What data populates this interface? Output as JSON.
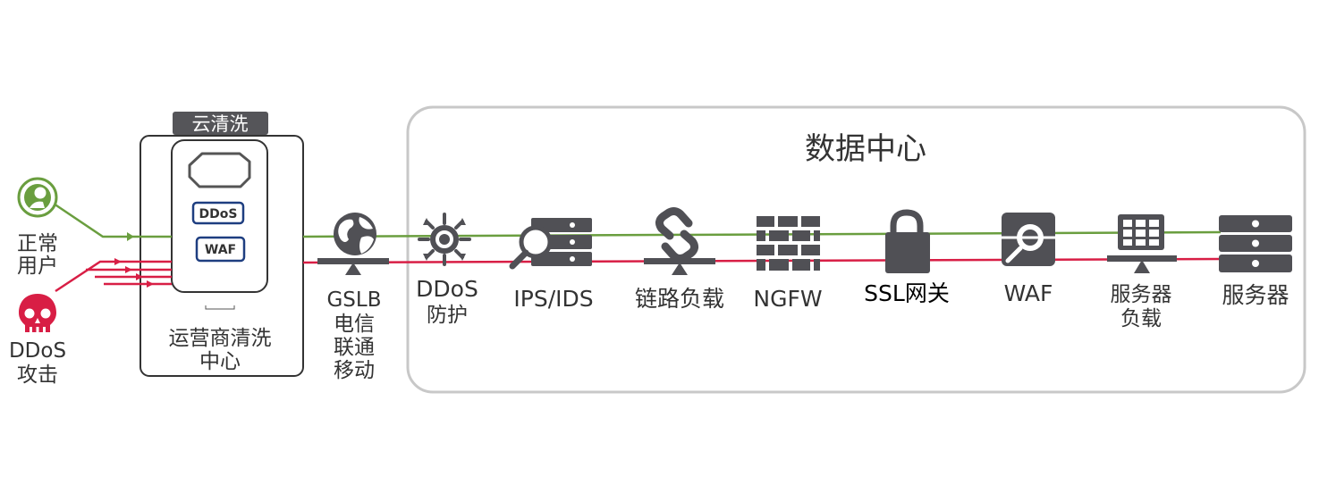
{
  "colors": {
    "normal_line": "#6a9e3f",
    "attack_line": "#d81e45",
    "icon_gray": "#505055",
    "box_border": "#333333",
    "dc_border": "#c8c8c8",
    "chip_blue": "#1e3e80"
  },
  "users": {
    "normal_label_line1": "正常",
    "normal_label_line2": "用户",
    "attack_label_line1": "DDoS",
    "attack_label_line2": "攻击"
  },
  "cloud": {
    "title": "云清洗",
    "chip_ddos": "DDoS",
    "chip_waf": "WAF",
    "operator_line1": "运营商清洗",
    "operator_line2": "中心"
  },
  "gslb": {
    "line1": "GSLB",
    "line2": "电信",
    "line3": "联通",
    "line4": "移动"
  },
  "datacenter": {
    "title": "数据中心",
    "nodes": {
      "ddos_line1": "DDoS",
      "ddos_line2": "防护",
      "ips": "IPS/IDS",
      "link_lb": "链路负载",
      "ngfw": "NGFW",
      "ssl": "SSL网关",
      "waf": "WAF",
      "server_lb_line1": "服务器",
      "server_lb_line2": "负载",
      "server": "服务器"
    }
  },
  "icons": [
    "user-icon",
    "skull-icon",
    "cloud-icon",
    "globe-icon",
    "ddos-protect-icon",
    "server-search-icon",
    "chain-link-icon",
    "firewall-icon",
    "lock-icon",
    "waf-shield-icon",
    "server-grid-icon",
    "server-icon",
    "balance-base-icon"
  ]
}
